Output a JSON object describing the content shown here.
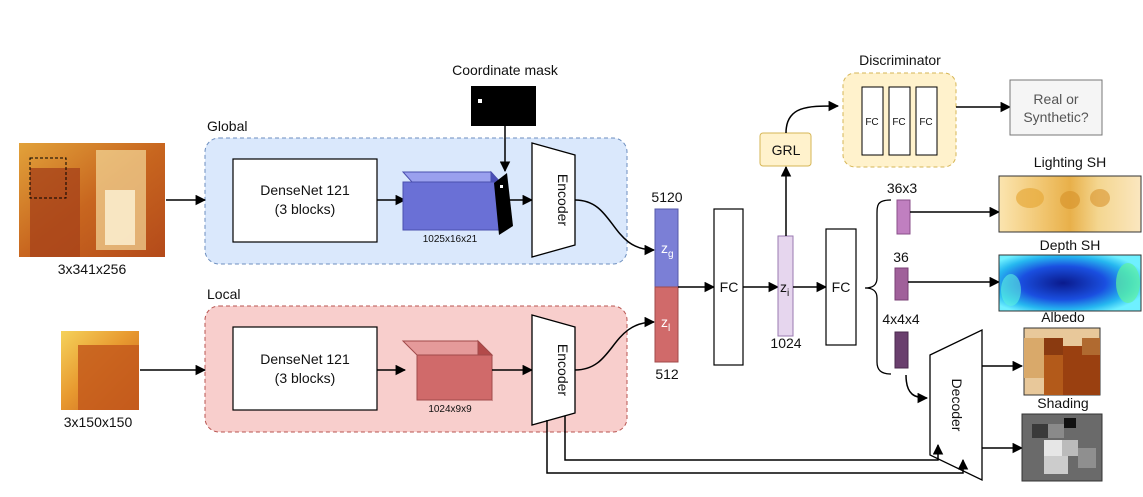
{
  "global_label": "Global",
  "local_label": "Local",
  "global_input_size": "3x341x256",
  "local_input_size": "3x150x150",
  "global_densenet": {
    "line1": "DenseNet 121",
    "line2": "(3 blocks)"
  },
  "local_densenet": {
    "line1": "DenseNet 121",
    "line2": "(3 blocks)"
  },
  "global_feature_size": "1025x16x21",
  "local_feature_size": "1024x9x9",
  "coordinate_mask_label": "Coordinate mask",
  "encoder_label": "Encoder",
  "zg_dim": "5120",
  "zl_dim": "512",
  "zg_label": "z",
  "zg_sub": "g",
  "zl_label": "z",
  "zl_sub": "l",
  "fc1_label": "FC",
  "zi_label": "z",
  "zi_sub": "i",
  "zi_dim": "1024",
  "fc2_label": "FC",
  "grl_label": "GRL",
  "discriminator_label": "Discriminator",
  "disc_fc_labels": [
    "FC",
    "FC",
    "FC"
  ],
  "real_synthetic": {
    "line1": "Real or",
    "line2": "Synthetic?"
  },
  "out_dims": {
    "lighting": "36x3",
    "depth": "36",
    "albedo": "4x4x4"
  },
  "output_labels": {
    "lighting": "Lighting SH",
    "depth": "Depth SH",
    "albedo": "Albedo",
    "shading": "Shading"
  },
  "decoder_label": "Decoder",
  "colors": {
    "global_bg": "#dae8fc",
    "global_border": "#6c8ebf",
    "local_bg": "#f8cecc",
    "local_border": "#b85450",
    "disc_bg": "#fff2cc",
    "disc_border": "#d6b656",
    "zg_color": "#7b7fd6",
    "zl_color": "#d06a6a",
    "zi_color": "#e6d6ee",
    "grl_bg": "#fff2cc"
  }
}
